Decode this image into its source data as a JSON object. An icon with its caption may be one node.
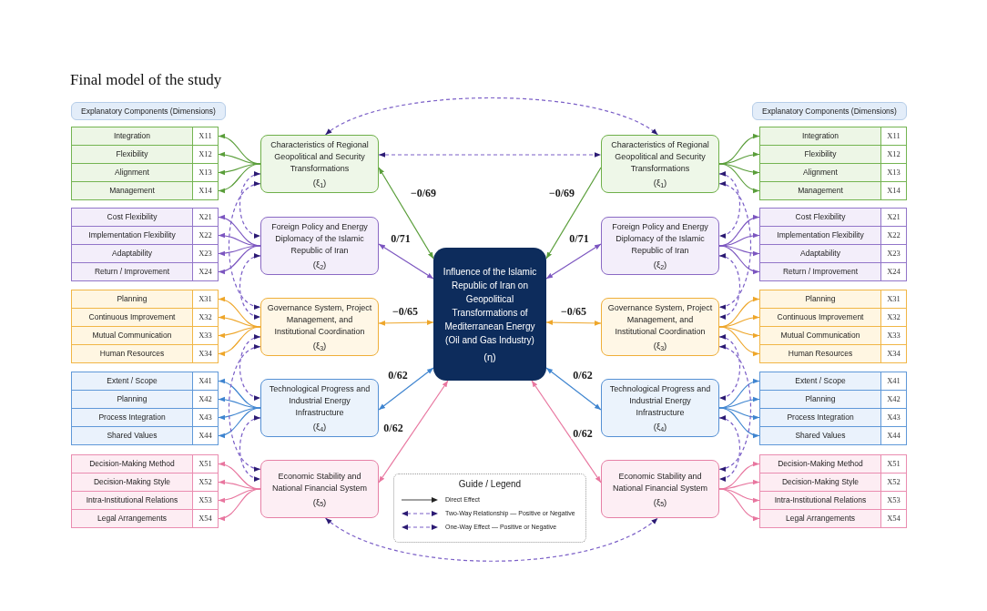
{
  "diagram": {
    "title": "Final model of the study",
    "nodes": [
      {
        "text": [
          "Explanatory Components (Dimensions)"
        ]
      },
      {
        "text": [
          "Integration",
          "X11"
        ]
      },
      {
        "text": [
          "Flexibility",
          "X12"
        ]
      },
      {
        "text": [
          "Alignment",
          "X13"
        ]
      },
      {
        "text": [
          "Management",
          "X14"
        ]
      },
      {
        "text": [
          "Cost Flexibility",
          "X21"
        ]
      },
      {
        "text": [
          "Implementation Flexibility",
          "X22"
        ]
      },
      {
        "text": [
          "Adaptability",
          "X23"
        ]
      },
      {
        "text": [
          "Return / Improvement",
          "X24"
        ]
      },
      {
        "text": [
          "Planning",
          "X31"
        ]
      },
      {
        "text": [
          "Continuous Improvement",
          "X32"
        ]
      },
      {
        "text": [
          "Mutual Communication",
          "X33"
        ]
      },
      {
        "text": [
          "Human Resources",
          "X34"
        ]
      },
      {
        "text": [
          "Extent / Scope",
          "X41"
        ]
      },
      {
        "text": [
          "Planning",
          "X42"
        ]
      },
      {
        "text": [
          "Process Integration",
          "X43"
        ]
      },
      {
        "text": [
          "Shared Values",
          "X44"
        ]
      },
      {
        "text": [
          "Decision-Making Method",
          "X51"
        ]
      },
      {
        "text": [
          "Decision-Making Style",
          "X52"
        ]
      },
      {
        "text": [
          "Intra-Institutional Relations",
          "X53"
        ]
      },
      {
        "text": [
          "Legal Arrangements",
          "X54"
        ]
      },
      {
        "text": [
          "Characteristics of Regional Geopolitical and Security Transformations",
          "(ξ$_{1}$)"
        ]
      },
      {
        "text": [
          "Foreign Policy and Energy Diplomacy of the Islamic Republic of Iran",
          "(ξ$_{2}$)"
        ]
      },
      {
        "text": [
          "Governance System, Project Management, and Institutional Coordination",
          "(ξ$_{3}$)"
        ]
      },
      {
        "text": [
          "Technological Progress and Industrial Energy Infrastructure",
          "(ξ$_{4}$)"
        ]
      },
      {
        "text": [
          "Economic Stability and National Financial System",
          "(ξ$_{5}$)"
        ]
      },
      {
        "text": [
          "Influence of the Islamic Republic of Iran on Geopolitical Transformations of Mediterranean Energy (Oil and Gas Industry)",
          "(η)"
        ]
      },
      {
        "text": [
          "Characteristics of Regional Geopolitical and Security Transformations",
          "(ξ$_{1}$)"
        ]
      },
      {
        "text": [
          "Foreign Policy and Energy Diplomacy of the Islamic Republic of Iran",
          "(ξ$_{2}$)"
        ]
      },
      {
        "text": [
          "Governance System, Project Management, and Institutional Coordination",
          "(ξ$_{3}$)"
        ]
      },
      {
        "text": [
          "Technological Progress and Industrial Energy Infrastructure",
          "(ξ$_{4}$)"
        ]
      },
      {
        "text": [
          "Economic Stability and National Financial System",
          "(ξ$_{5}$)"
        ]
      },
      {
        "text": [
          "Integration",
          "X11"
        ]
      },
      {
        "text": [
          "Flexibility",
          "X12"
        ]
      },
      {
        "text": [
          "Alignment",
          "X13"
        ]
      },
      {
        "text": [
          "Management",
          "X14"
        ]
      },
      {
        "text": [
          "Cost Flexibility",
          "X21"
        ]
      },
      {
        "text": [
          "Implementation Flexibility",
          "X22"
        ]
      },
      {
        "text": [
          "Adaptability",
          "X23"
        ]
      },
      {
        "text": [
          "Return / Improvement",
          "X24"
        ]
      },
      {
        "text": [
          "Planning",
          "X31"
        ]
      },
      {
        "text": [
          "Continuous Improvement",
          "X32"
        ]
      },
      {
        "text": [
          "Mutual Communication",
          "X33"
        ]
      },
      {
        "text": [
          "Human Resources",
          "X34"
        ]
      },
      {
        "text": [
          "Extent / Scope",
          "X41"
        ]
      },
      {
        "text": [
          "Planning",
          "X42"
        ]
      },
      {
        "text": [
          "Process Integration",
          "X43"
        ]
      },
      {
        "text": [
          "Shared Values",
          "X44"
        ]
      },
      {
        "text": [
          "Decision-Making Method",
          "X51"
        ]
      },
      {
        "text": [
          "Decision-Making Style",
          "X52"
        ]
      },
      {
        "text": [
          "Intra-Institutional Relations",
          "X53"
        ]
      },
      {
        "text": [
          "Legal Arrangements",
          "X54"
        ]
      },
      {
        "text": [
          "Explanatory Components (Dimensions)"
        ]
      }
    ],
    "edges": [
      {
        "from": 21,
        "to": 1,
        "arrow": "to",
        "color": "#5a9e3a"
      },
      {
        "from": 21,
        "to": 2,
        "arrow": "to",
        "color": "#5a9e3a"
      },
      {
        "from": 21,
        "to": 3,
        "arrow": "to",
        "color": "#5a9e3a"
      },
      {
        "from": 21,
        "to": 4,
        "arrow": "to",
        "color": "#5a9e3a"
      },
      {
        "from": 22,
        "to": 5,
        "arrow": "to",
        "color": "#7c56c0"
      },
      {
        "from": 22,
        "to": 6,
        "arrow": "to",
        "color": "#7c56c0"
      },
      {
        "from": 22,
        "to": 7,
        "arrow": "to",
        "color": "#7c56c0"
      },
      {
        "from": 22,
        "to": 8,
        "arrow": "to",
        "color": "#7c56c0"
      },
      {
        "from": 23,
        "to": 9,
        "arrow": "to",
        "color": "#eea62a"
      },
      {
        "from": 23,
        "to": 10,
        "arrow": "to",
        "color": "#eea62a"
      },
      {
        "from": 23,
        "to": 11,
        "arrow": "to",
        "color": "#eea62a"
      },
      {
        "from": 23,
        "to": 12,
        "arrow": "to",
        "color": "#eea62a"
      },
      {
        "from": 24,
        "to": 13,
        "arrow": "to",
        "color": "#3f85d0"
      },
      {
        "from": 24,
        "to": 14,
        "arrow": "to",
        "color": "#3f85d0"
      },
      {
        "from": 24,
        "to": 15,
        "arrow": "to",
        "color": "#3f85d0"
      },
      {
        "from": 24,
        "to": 16,
        "arrow": "to",
        "color": "#3f85d0"
      },
      {
        "from": 25,
        "to": 17,
        "arrow": "to",
        "color": "#e8769f"
      },
      {
        "from": 25,
        "to": 18,
        "arrow": "to",
        "color": "#e8769f"
      },
      {
        "from": 25,
        "to": 19,
        "arrow": "to",
        "color": "#e8769f"
      },
      {
        "from": 25,
        "to": 20,
        "arrow": "to",
        "color": "#e8769f"
      },
      {
        "from": 27,
        "to": 32,
        "arrow": "to",
        "color": "#5a9e3a"
      },
      {
        "from": 27,
        "to": 33,
        "arrow": "to",
        "color": "#5a9e3a"
      },
      {
        "from": 27,
        "to": 34,
        "arrow": "to",
        "color": "#5a9e3a"
      },
      {
        "from": 27,
        "to": 35,
        "arrow": "to",
        "color": "#5a9e3a"
      },
      {
        "from": 28,
        "to": 36,
        "arrow": "to",
        "color": "#7c56c0"
      },
      {
        "from": 28,
        "to": 37,
        "arrow": "to",
        "color": "#7c56c0"
      },
      {
        "from": 28,
        "to": 38,
        "arrow": "to",
        "color": "#7c56c0"
      },
      {
        "from": 28,
        "to": 39,
        "arrow": "to",
        "color": "#7c56c0"
      },
      {
        "from": 29,
        "to": 40,
        "arrow": "to",
        "color": "#eea62a"
      },
      {
        "from": 29,
        "to": 41,
        "arrow": "to",
        "color": "#eea62a"
      },
      {
        "from": 29,
        "to": 42,
        "arrow": "to",
        "color": "#eea62a"
      },
      {
        "from": 29,
        "to": 43,
        "arrow": "to",
        "color": "#eea62a"
      },
      {
        "from": 30,
        "to": 44,
        "arrow": "to",
        "color": "#3f85d0"
      },
      {
        "from": 30,
        "to": 45,
        "arrow": "to",
        "color": "#3f85d0"
      },
      {
        "from": 30,
        "to": 46,
        "arrow": "to",
        "color": "#3f85d0"
      },
      {
        "from": 30,
        "to": 47,
        "arrow": "to",
        "color": "#3f85d0"
      },
      {
        "from": 31,
        "to": 48,
        "arrow": "to",
        "color": "#e8769f"
      },
      {
        "from": 31,
        "to": 49,
        "arrow": "to",
        "color": "#e8769f"
      },
      {
        "from": 31,
        "to": 50,
        "arrow": "to",
        "color": "#e8769f"
      },
      {
        "from": 31,
        "to": 51,
        "arrow": "to",
        "color": "#e8769f"
      },
      {
        "from": 21,
        "to": 26,
        "arrow": "both",
        "label": "−0/69",
        "color": "#5a9e3a"
      },
      {
        "from": 22,
        "to": 26,
        "arrow": "both",
        "label": "0/71",
        "color": "#7c56c0"
      },
      {
        "from": 23,
        "to": 26,
        "arrow": "both",
        "label": "−0/65",
        "color": "#eea62a"
      },
      {
        "from": 24,
        "to": 26,
        "arrow": "both",
        "label": "0/62",
        "color": "#3f85d0"
      },
      {
        "from": 25,
        "to": 26,
        "arrow": "both",
        "label": "0/62",
        "color": "#e8769f"
      },
      {
        "from": 27,
        "to": 26,
        "arrow": "to",
        "label": "−0/69",
        "color": "#5a9e3a"
      },
      {
        "from": 28,
        "to": 26,
        "arrow": "both",
        "label": "0/71",
        "color": "#7c56c0"
      },
      {
        "from": 29,
        "to": 26,
        "arrow": "both",
        "label": "−0/65",
        "color": "#eea62a"
      },
      {
        "from": 30,
        "to": 26,
        "arrow": "both",
        "label": "0/62",
        "color": "#3f85d0"
      },
      {
        "from": 31,
        "to": 26,
        "arrow": "both",
        "label": "0/62",
        "color": "#e8769f"
      },
      {
        "from": 21,
        "to": 27,
        "arrow": "both",
        "style": "dashed",
        "color": "#7b5fc7"
      },
      {
        "from": 21,
        "to": 27,
        "arrow": "both",
        "style": "dashed",
        "color": "#7b5fc7"
      },
      {
        "from": 25,
        "to": 31,
        "arrow": "both",
        "style": "dashed",
        "color": "#7b5fc7"
      },
      {
        "from": 21,
        "to": 22,
        "arrow": "both",
        "style": "dashed",
        "color": "#7b5fc7"
      },
      {
        "from": 22,
        "to": 23,
        "arrow": "both",
        "style": "dashed",
        "color": "#7b5fc7"
      },
      {
        "from": 23,
        "to": 24,
        "arrow": "both",
        "style": "dashed",
        "color": "#7b5fc7"
      },
      {
        "from": 24,
        "to": 25,
        "arrow": "both",
        "style": "dashed",
        "color": "#7b5fc7"
      },
      {
        "from": 21,
        "to": 23,
        "arrow": "both",
        "style": "dashed",
        "color": "#7b5fc7"
      },
      {
        "from": 23,
        "to": 25,
        "arrow": "both",
        "style": "dashed",
        "color": "#7b5fc7"
      },
      {
        "from": 27,
        "to": 28,
        "arrow": "both",
        "style": "dashed",
        "color": "#7b5fc7"
      },
      {
        "from": 28,
        "to": 29,
        "arrow": "both",
        "style": "dashed",
        "color": "#7b5fc7"
      },
      {
        "from": 29,
        "to": 30,
        "arrow": "both",
        "style": "dashed",
        "color": "#7b5fc7"
      },
      {
        "from": 30,
        "to": 31,
        "arrow": "both",
        "style": "dashed",
        "color": "#7b5fc7"
      },
      {
        "from": 27,
        "to": 29,
        "arrow": "both",
        "style": "dashed",
        "color": "#7b5fc7"
      },
      {
        "from": 29,
        "to": 31,
        "arrow": "both",
        "style": "dashed",
        "color": "#7b5fc7"
      }
    ],
    "labels": [
      "Guide / Legend"
    ],
    "legend": [
      {
        "text": "Direct Effect"
      },
      {
        "text": "Two-Way Relationship — Positive or Negative"
      },
      {
        "text": "One-Way Effect — Positive or Negative"
      }
    ]
  }
}
